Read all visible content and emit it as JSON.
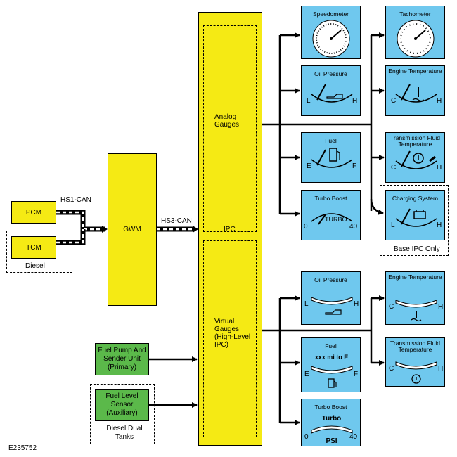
{
  "ecus": {
    "pcm": "PCM",
    "tcm": "TCM",
    "gwm": "GWM",
    "ipc": "IPC",
    "fuel_pump": "Fuel Pump And Sender Unit (Primary)",
    "fuel_level": "Fuel Level Sensor (Auxiliary)"
  },
  "buses": {
    "hs1": "HS1-CAN",
    "hs3": "HS3-CAN"
  },
  "groups": {
    "diesel": "Diesel",
    "diesel_dual": "Diesel Dual Tanks",
    "base_ipc": "Base IPC Only",
    "analog": "Analog Gauges",
    "virtual": "Virtual Gauges (High-Level IPC)"
  },
  "analog_gauges": {
    "speedometer": "Speedometer",
    "tachometer": "Tachometer",
    "oil_pressure": {
      "title": "Oil Pressure",
      "low": "L",
      "high": "H"
    },
    "engine_temp": {
      "title": "Engine Temperature",
      "low": "C",
      "high": "H"
    },
    "fuel": {
      "title": "Fuel",
      "low": "E",
      "high": "F"
    },
    "trans_temp": {
      "title": "Transmission Fluid Temperature",
      "low": "C",
      "high": "H"
    },
    "turbo": {
      "title": "Turbo Boost",
      "low": "0",
      "high": "40",
      "inner": "TURBO"
    },
    "charging": {
      "title": "Charging System",
      "low": "L",
      "high": "H"
    }
  },
  "virtual_gauges": {
    "oil_pressure": {
      "title": "Oil Pressure",
      "low": "L",
      "high": "H"
    },
    "engine_temp": {
      "title": "Engine Temperature",
      "low": "C",
      "high": "H"
    },
    "fuel": {
      "title": "Fuel",
      "low": "E",
      "high": "F",
      "range": "xxx mi to E"
    },
    "trans_temp": {
      "title": "Transmission Fluid Temperature",
      "low": "C",
      "high": "H"
    },
    "turbo": {
      "title": "Turbo Boost",
      "low": "0",
      "high": "40",
      "inner": "Turbo",
      "unit": "PSI"
    }
  },
  "figure_id": "E235752",
  "colors": {
    "yellow": "#f5ea14",
    "green": "#5bb94a",
    "blue": "#6fc8ee"
  },
  "icons": [
    "speedometer-dial-icon",
    "tachometer-dial-icon",
    "oil-can-icon",
    "coolant-thermometer-icon",
    "fuel-pump-icon",
    "transmission-gear-icon",
    "battery-icon"
  ]
}
